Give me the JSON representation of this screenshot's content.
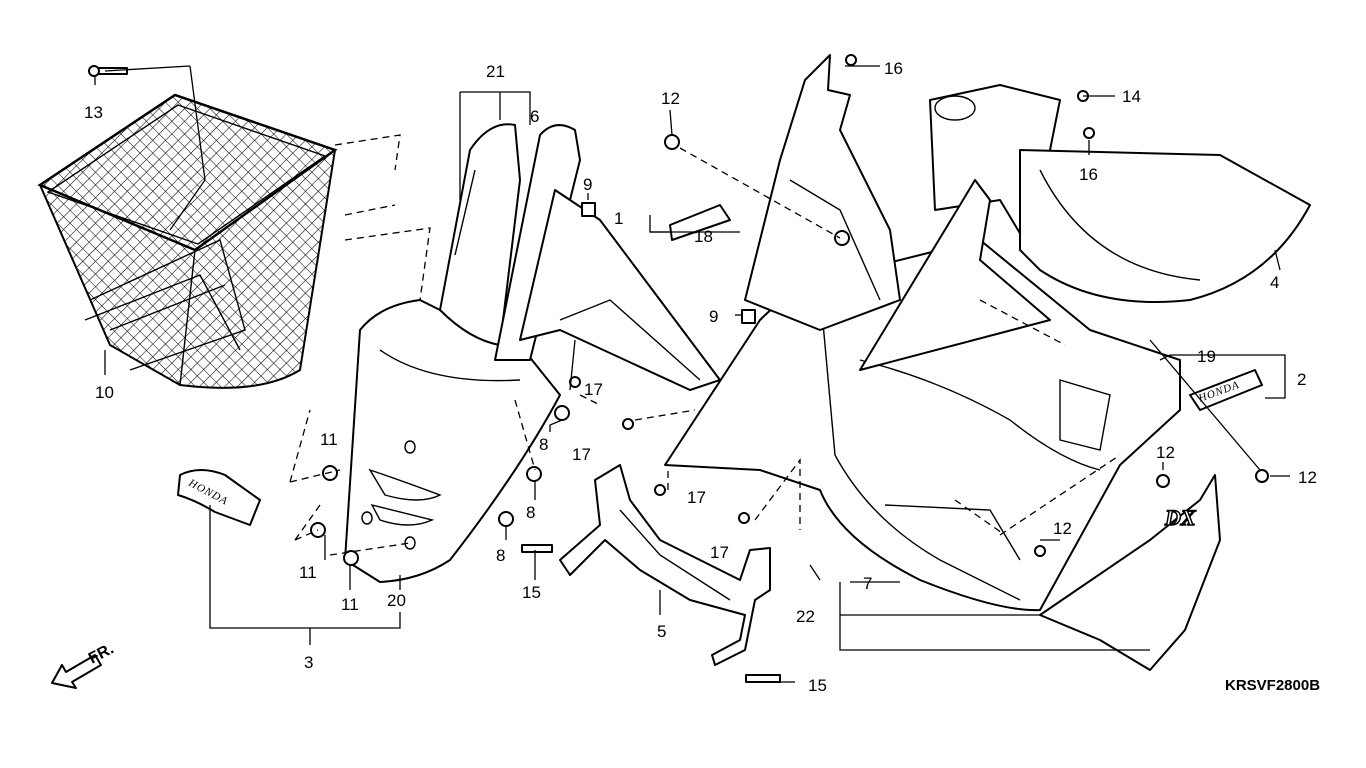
{
  "diagram": {
    "callouts": {
      "c1": "1",
      "c2": "2",
      "c3": "3",
      "c4": "4",
      "c5": "5",
      "c6": "6",
      "c7": "7",
      "c8a": "8",
      "c8b": "8",
      "c8c": "8",
      "c9a": "9",
      "c9b": "9",
      "c10": "10",
      "c11a": "11",
      "c11b": "11",
      "c11c": "11",
      "c12a": "12",
      "c12b": "12",
      "c12c": "12",
      "c12d": "12",
      "c13": "13",
      "c14": "14",
      "c15a": "15",
      "c15b": "15",
      "c16a": "16",
      "c16b": "16",
      "c17a": "17",
      "c17b": "17",
      "c17c": "17",
      "c17d": "17",
      "c18": "18",
      "c19": "19",
      "c20": "20",
      "c21": "21",
      "c22": "22"
    },
    "code": "KRSVF2800B",
    "front_indicator": "FR.",
    "emblem_left": "HONDA",
    "emblem_right": "HONDA",
    "model_badge": "DX"
  }
}
